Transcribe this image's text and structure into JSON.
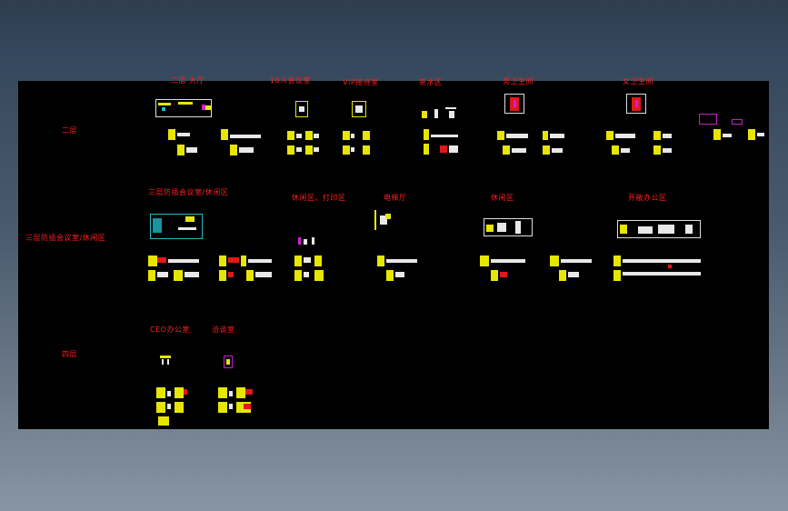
{
  "floors": [
    {
      "id": "floor2",
      "label": "二层"
    },
    {
      "id": "floor3",
      "label": "三层防插会议室/休闲区"
    },
    {
      "id": "floor4",
      "label": "四层"
    }
  ],
  "rooms": {
    "r1": "二层 大厅",
    "r2": "10人会议室",
    "r3": "VIP接待室",
    "r4": "茶水区",
    "r5": "男卫生间",
    "r6": "女卫生间",
    "r7": "三层防插会议室/休闲区",
    "r8": "休闲区、打印区",
    "r9": "电梯厅",
    "r10": "休闲区",
    "r11": "开敞办公区",
    "r12": "CEO办公室",
    "r13": "洽谈室"
  },
  "colors": {
    "canvas_bg": "#000000",
    "label_red": "#ff2020",
    "line_yellow": "#e6e600",
    "line_white": "#e8e8e8",
    "accent_cyan": "#22b8c8",
    "accent_magenta": "#d020d0"
  }
}
